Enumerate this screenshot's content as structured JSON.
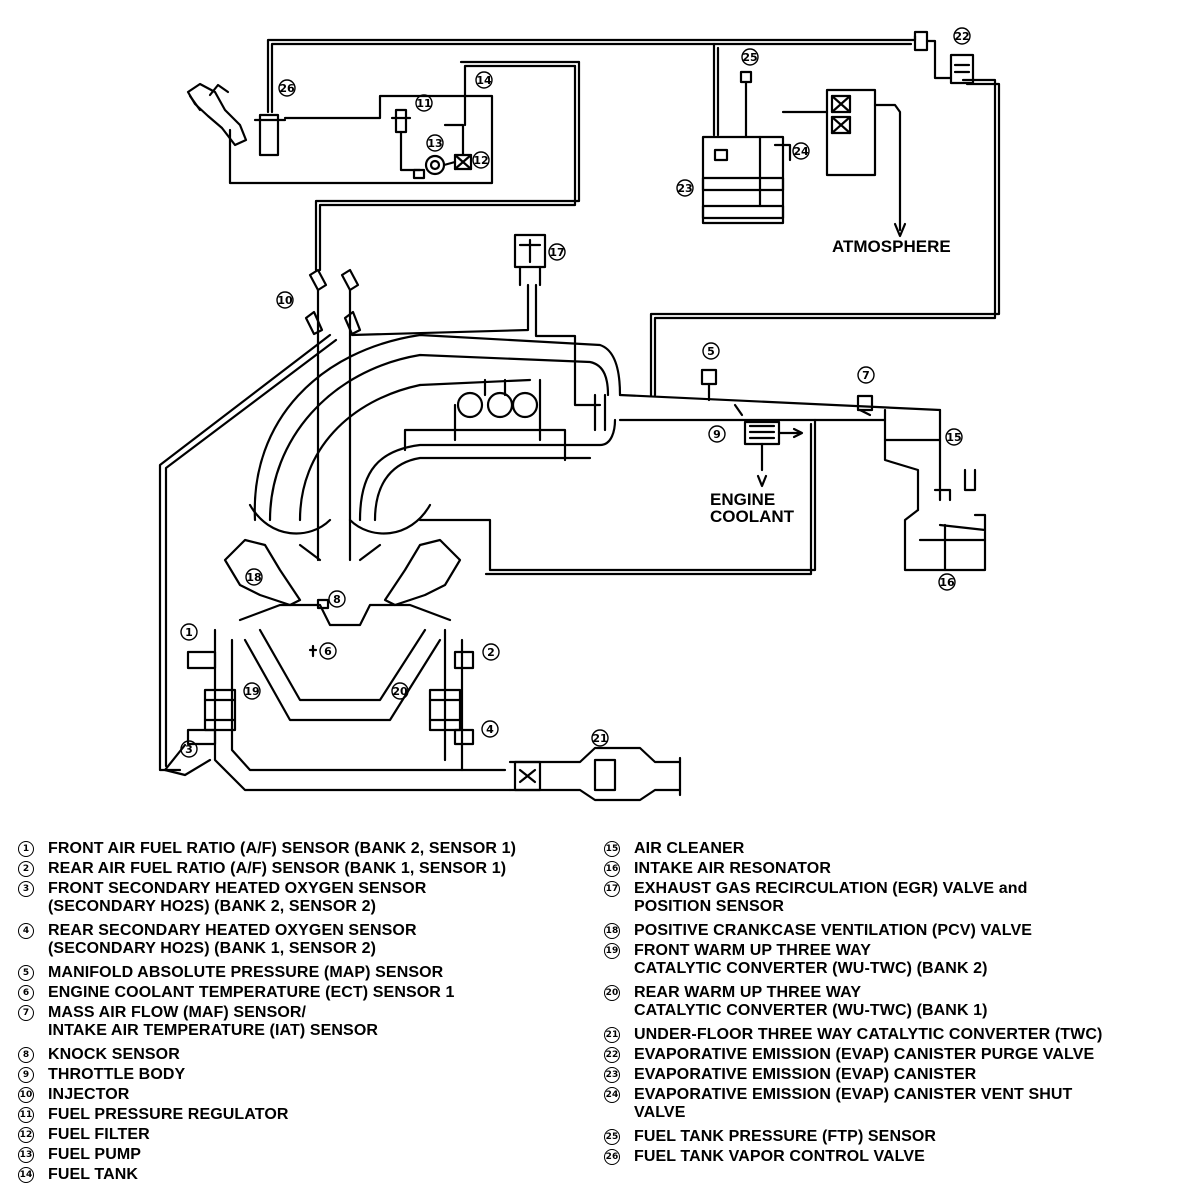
{
  "diagram": {
    "labels": {
      "atmosphere": "ATMOSPHERE",
      "engine_coolant_1": "ENGINE",
      "engine_coolant_2": "COOLANT"
    },
    "callouts": {
      "c1": "1",
      "c2": "2",
      "c3": "3",
      "c4": "4",
      "c5": "5",
      "c6": "6",
      "c7": "7",
      "c8": "8",
      "c9": "9",
      "c10": "10",
      "c11": "11",
      "c12": "12",
      "c13": "13",
      "c14": "14",
      "c15": "15",
      "c16": "16",
      "c17": "17",
      "c18": "18",
      "c19": "19",
      "c20": "20",
      "c21": "21",
      "c22": "22",
      "c23": "23",
      "c24": "24",
      "c25": "25",
      "c26": "26"
    }
  },
  "legend": {
    "left": [
      {
        "num": "1",
        "text": "FRONT AIR FUEL RATIO (A/F) SENSOR (BANK 2, SENSOR 1)"
      },
      {
        "num": "2",
        "text": "REAR AIR FUEL RATIO (A/F) SENSOR (BANK 1, SENSOR 1)"
      },
      {
        "num": "3",
        "text": "FRONT SECONDARY HEATED OXYGEN SENSOR\n(SECONDARY HO2S) (BANK 2, SENSOR 2)"
      },
      {
        "num": "4",
        "text": "REAR SECONDARY HEATED OXYGEN SENSOR\n(SECONDARY HO2S) (BANK 1, SENSOR 2)"
      },
      {
        "num": "5",
        "text": "MANIFOLD ABSOLUTE PRESSURE (MAP) SENSOR"
      },
      {
        "num": "6",
        "text": "ENGINE COOLANT TEMPERATURE (ECT) SENSOR 1"
      },
      {
        "num": "7",
        "text": "MASS AIR FLOW (MAF) SENSOR/\nINTAKE AIR TEMPERATURE (IAT) SENSOR"
      },
      {
        "num": "8",
        "text": "KNOCK SENSOR"
      },
      {
        "num": "9",
        "text": "THROTTLE BODY"
      },
      {
        "num": "10",
        "text": "INJECTOR"
      },
      {
        "num": "11",
        "text": "FUEL PRESSURE REGULATOR"
      },
      {
        "num": "12",
        "text": "FUEL FILTER"
      },
      {
        "num": "13",
        "text": "FUEL PUMP"
      },
      {
        "num": "14",
        "text": "FUEL TANK"
      }
    ],
    "right": [
      {
        "num": "15",
        "text": "AIR CLEANER"
      },
      {
        "num": "16",
        "text": "INTAKE AIR RESONATOR"
      },
      {
        "num": "17",
        "text": "EXHAUST GAS RECIRCULATION (EGR) VALVE and\nPOSITION SENSOR"
      },
      {
        "num": "18",
        "text": "POSITIVE CRANKCASE VENTILATION (PCV) VALVE"
      },
      {
        "num": "19",
        "text": "FRONT WARM UP THREE WAY\nCATALYTIC CONVERTER (WU-TWC) (BANK 2)"
      },
      {
        "num": "20",
        "text": "REAR WARM UP THREE WAY\nCATALYTIC CONVERTER (WU-TWC) (BANK 1)"
      },
      {
        "num": "21",
        "text": "UNDER-FLOOR THREE WAY CATALYTIC CONVERTER (TWC)"
      },
      {
        "num": "22",
        "text": "EVAPORATIVE EMISSION (EVAP) CANISTER PURGE VALVE"
      },
      {
        "num": "23",
        "text": "EVAPORATIVE EMISSION (EVAP) CANISTER"
      },
      {
        "num": "24",
        "text": "EVAPORATIVE EMISSION (EVAP) CANISTER VENT SHUT\nVALVE"
      },
      {
        "num": "25",
        "text": "FUEL TANK PRESSURE (FTP) SENSOR"
      },
      {
        "num": "26",
        "text": "FUEL TANK VAPOR CONTROL VALVE"
      }
    ]
  }
}
